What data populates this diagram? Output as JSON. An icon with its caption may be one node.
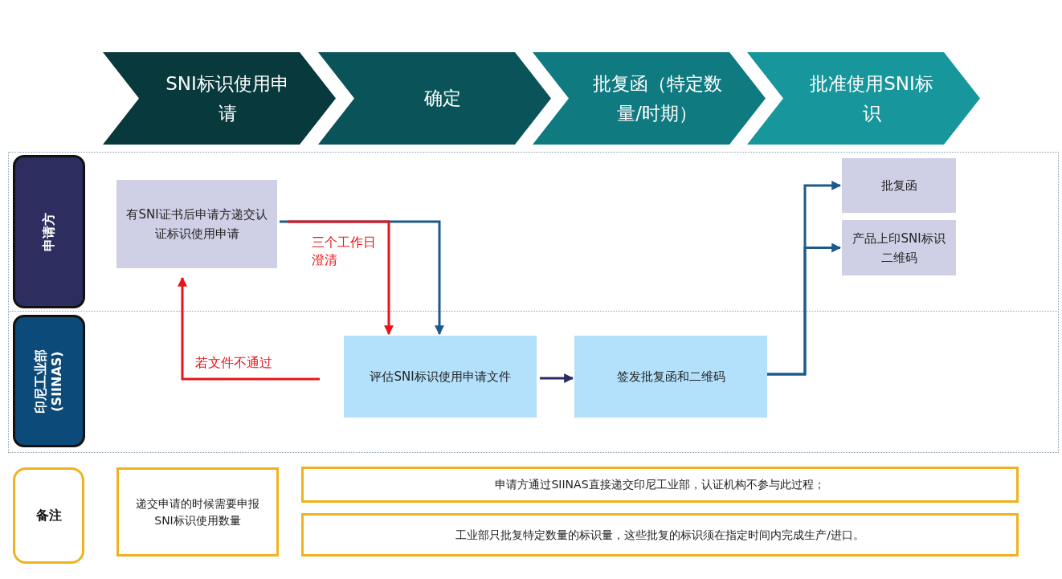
{
  "diagram": {
    "nodes": [
      {
        "text": [
          "SNI标识使用申请"
        ]
      },
      {
        "text": [
          "确定"
        ]
      },
      {
        "text": [
          "批复函（特定数量/时期）"
        ]
      },
      {
        "text": [
          "批准使用SNI标识"
        ]
      },
      {
        "text": [
          "申请方"
        ]
      },
      {
        "text": [
          "印尼工业部 (SIINAS)"
        ]
      },
      {
        "text": [
          "有SNI证书后申请方递交认证标识使用申请"
        ]
      },
      {
        "text": [
          "评估SNI标识使用申请文件"
        ]
      },
      {
        "text": [
          "签发批复函和二维码"
        ]
      },
      {
        "text": [
          "批复函"
        ]
      },
      {
        "text": [
          "产品上印SNI标识二维码"
        ]
      },
      {
        "text": [
          "备注"
        ]
      },
      {
        "text": [
          "递交申请的时候需要申报SNI标识使用数量"
        ]
      },
      {
        "text": [
          "申请方通过SIINAS直接递交印尼工业部，认证机构不参与此过程；"
        ]
      },
      {
        "text": [
          "工业部只批复特定数量的标识量，这些批复的标识须在指定时间内完成生产/进口。"
        ]
      }
    ],
    "edges": [
      {
        "from": 6,
        "to": 7,
        "arrow": "to"
      },
      {
        "from": 6,
        "to": 7,
        "arrow": "to",
        "label": "三个工作日澄清",
        "color": "#e8141b"
      },
      {
        "from": 7,
        "to": 6,
        "arrow": "to",
        "label": "若文件不通过",
        "color": "#e8141b"
      },
      {
        "from": 7,
        "to": 8,
        "arrow": "to",
        "color": "#2b2a62"
      },
      {
        "from": 8,
        "to": 9,
        "arrow": "to"
      },
      {
        "from": 8,
        "to": 10,
        "arrow": "to"
      }
    ]
  }
}
